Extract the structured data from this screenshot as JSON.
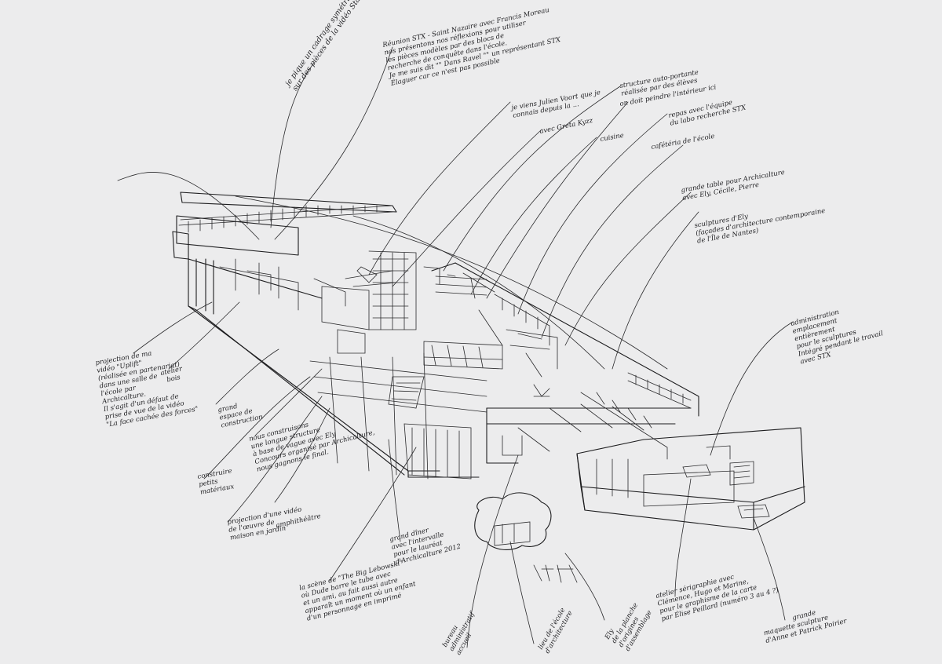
{
  "annotations": {
    "a1": [
      "je pique un cadrage symétrique avec Boris",
      "sur des pièces de la vidéo Station des classes d'Achi"
    ],
    "a2": [
      "Réunion STX - Saint Nazaire avec Francis Moreau",
      "nos présentons nos réflexions pour utiliser",
      "les pièces modèles par des blocs de",
      "recherche de conquête dans l'école.",
      "Je me suis dit \"\" Dans Ravel \"\" un représentant STX",
      "Élaguer car ce n'est pas possible"
    ],
    "a3": [
      "je viens Julien Voort que je",
      "connais depuis la ..."
    ],
    "a4": [
      "avec Greta Kyzz"
    ],
    "a5": [
      "structure auto-portante",
      "réalisée par des élèves"
    ],
    "a6": [
      "on doit peindre l'intérieur ici"
    ],
    "a7": [
      "cuisine"
    ],
    "a8": [
      "repas avec l'équipe",
      "du labo recherche STX"
    ],
    "a9": [
      "cafétéria de l'école"
    ],
    "a10": [
      "grande table pour Archicalture",
      "avec Ely, Cécile, Pierre"
    ],
    "a11": [
      "sculptures d'Ely",
      "(façades d'architecture contemporaine",
      "de l'Île de Nantes)"
    ],
    "a12": [
      "administration",
      "emplacement",
      "entièrement",
      "pour le sculptures",
      "Intégré pendant le travail",
      "avec STX"
    ],
    "a13": [
      "projection de ma",
      "vidéo \"Uplift\"",
      "(réalisée en partenariat)",
      "dans une salle de",
      "l'école par",
      "Archicalture.",
      "Il s'agit d'un défaut de",
      "prise de vue de la vidéo",
      "\"La face cachée des forces\""
    ],
    "a14": [
      "atelier",
      "bois"
    ],
    "a15": [
      "grand",
      "espace de",
      "construction"
    ],
    "a16": [
      "nous construisons",
      "une longue structure",
      "à base de vague avec Ely",
      "Concours organisé par Archicalture,",
      "nous gagnons le final."
    ],
    "a17": [
      "construire",
      "petits",
      "matériaux"
    ],
    "a18": [
      "projection d'une vidéo",
      "de l'œuvre de",
      "maison en jardin"
    ],
    "a19": [
      "amphithéâtre"
    ],
    "a20": [
      "grand dîner",
      "avec l'intervalle",
      "pour le lauréat",
      "d'Archicalture 2012"
    ],
    "a21": [
      "la scène de \"The Big Lebowski\"",
      "où Dude barre le tube avec",
      "et un ami, au fait aussi autre",
      "apparaît un moment où un enfant",
      "d'un personnage en imprimé"
    ],
    "a22": [
      "bureau",
      "administratif",
      "accueil"
    ],
    "a23": [
      "lieu de l'école",
      "d'architecture"
    ],
    "a24": [
      "Ely",
      "de la planche",
      "d'origines",
      "d'assemblage"
    ],
    "a25": [
      "atelier sérigraphie avec",
      "Clémence, Hugo et Marine,",
      "pour le graphisme de la carte",
      "par Élise Peillard (numéro 3 au 4 ?)"
    ],
    "a26": [
      "grande",
      "maquette sculpture",
      "d'Anne et Patrick Poirier"
    ]
  },
  "colors": {
    "paper": "#ececed",
    "ink": "#1d1d1f"
  }
}
